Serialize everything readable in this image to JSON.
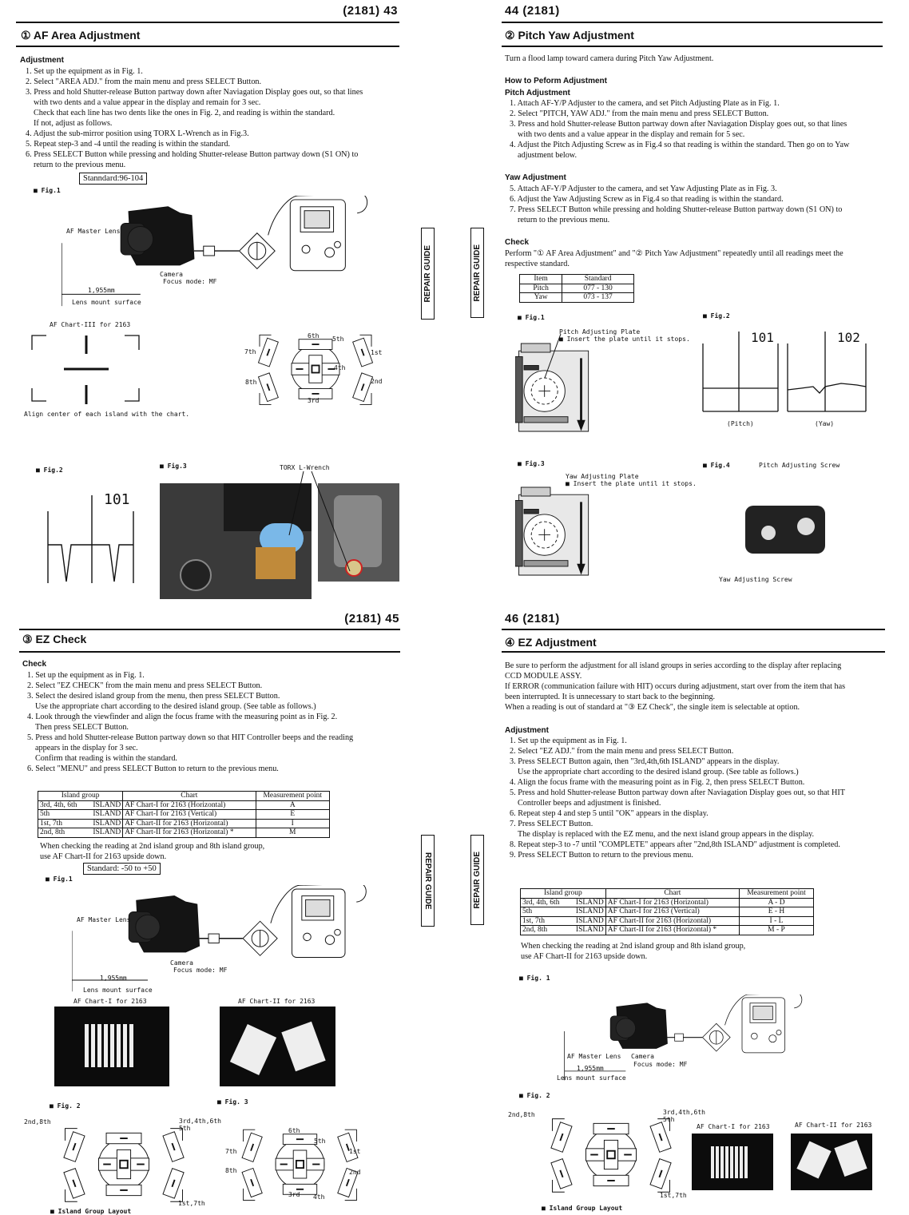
{
  "side_tab": "REPAIR GUIDE",
  "p1": {
    "header": "(2181) 43",
    "title": "① AF Area Adjustment",
    "section": "Adjustment",
    "steps": [
      "1. Set up the equipment as in Fig. 1.",
      "2. Select \"AREA ADJ.\" from the main menu and press SELECT Button.",
      "3. Press and hold Shutter-release Button partway down after Naviagation Display goes out, so that lines",
      "with two dents and a value appear in the display and remain for 3 sec.",
      "Check that each line has two dents like the ones in Fig. 2, and reading is within the standard.",
      "If not, adjust as follows.",
      "4. Adjust the sub-mirror position using TORX L-Wrench as in Fig.3.",
      "5. Repeat step-3 and -4 until the reading is within the standard.",
      "6. Press SELECT Button while pressing and holding Shutter-release Button partway down (S1 ON) to",
      "return to the previous menu."
    ],
    "standard": "Stanndard:96-104",
    "fig1": "■ Fig.1",
    "af_master_lens": "AF Master Lens",
    "camera": "Camera",
    "focus_mode": "Focus mode: MF",
    "distance": "1,955mm",
    "lens_mount": "Lens mount surface",
    "chart3_title": "AF Chart-III for 2163",
    "align_note": "Align center of each island with the chart.",
    "islands": {
      "i6": "6th",
      "i5": "5th",
      "i7": "7th",
      "i1": "1st",
      "i4": "4th",
      "i8": "8th",
      "i2": "2nd",
      "i3": "3rd"
    },
    "fig2": "■ Fig.2",
    "fig2_value": "101",
    "fig3": "■ Fig.3",
    "torx": "TORX L-Wrench"
  },
  "p2": {
    "header": "44 (2181)",
    "title": "② Pitch Yaw Adjustment",
    "intro": "Turn a flood lamp toward camera during Pitch Yaw Adjustment.",
    "how_to": "How to Peform Adjustment",
    "pitch_heading": "Pitch Adjustment",
    "pitch_steps": [
      "1. Attach AF-Y/P Adjuster to the camera, and set Pitch Adjusting Plate as in Fig. 1.",
      "2. Select \"PITCH, YAW ADJ.\" from the main menu and press SELECT Button.",
      "3. Press and hold Shutter-release Button partway down after Naviagation Display goes out, so that lines",
      "with two dents and a value appear in the display and remain for 5 sec.",
      "4. Adjust the Pitch Adjusting Screw as in Fig.4 so that reading is within the standard. Then go on to Yaw",
      "adjustment below."
    ],
    "yaw_heading": "Yaw Adjustment",
    "yaw_steps": [
      "5. Attach AF-Y/P Adjuster to the camera, and set Yaw Adjusting Plate as in Fig. 3.",
      "6. Adjust the Yaw Adjusting Screw as in Fig.4 so that reading is within the standard.",
      "7. Press SELECT Button while pressing and holding Shutter-release Button partway down (S1 ON) to",
      "return to the previous menu."
    ],
    "check_heading": "Check",
    "check_text": [
      "Perform \"① AF Area Adjustment\" and \"② Pitch Yaw Adjustment\" repeatedly until all readings meet the",
      "respective standard."
    ],
    "table": {
      "headers": [
        "Item",
        "Standard"
      ],
      "rows": [
        [
          "Pitch",
          "077 - 130"
        ],
        [
          "Yaw",
          "073 - 137"
        ]
      ]
    },
    "fig1": "■ Fig.1",
    "pitch_plate": "Pitch Adjusting Plate",
    "insert_note": "■ Insert the plate until it stops.",
    "fig2": "■ Fig.2",
    "fig2_pitch_value": "101",
    "fig2_yaw_value": "102",
    "fig2_pitch_label": "(Pitch)",
    "fig2_yaw_label": "(Yaw)",
    "fig3": "■ Fig.3",
    "yaw_plate": "Yaw Adjusting Plate",
    "fig4": "■ Fig.4",
    "pitch_screw": "Pitch Adjusting Screw",
    "yaw_screw": "Yaw Adjusting Screw"
  },
  "p3": {
    "header": "(2181) 45",
    "title": "③ EZ Check",
    "section": "Check",
    "steps": [
      "1. Set up the equipment as in Fig. 1.",
      "2. Select \"EZ CHECK\" from the main menu and press SELECT Button.",
      "3. Select the desired island group from the menu, then press SELECT Button.",
      "Use the appropriate chart according to the desired island group. (See table as follows.)",
      "4. Look through the viewfinder and align the focus frame with the measuring point as in Fig. 2.",
      "Then press SELECT Button.",
      "5. Press and hold Shutter-release Button partway down so that HIT Controller beeps and the reading",
      "appears in the display for 3 sec.",
      "Confirm that reading is within the standard.",
      "6. Select \"MENU\" and press SELECT Button to return to the previous menu."
    ],
    "table": {
      "headers": [
        "Island group",
        "Chart",
        "Measurement point"
      ],
      "rows": [
        [
          "3rd, 4th, 6th",
          "ISLAND",
          "AF Chart-I for 2163 (Horizontal)",
          "A"
        ],
        [
          "5th",
          "ISLAND",
          "AF Chart-I for 2163 (Vertical)",
          "E"
        ],
        [
          "1st, 7th",
          "ISLAND",
          "AF Chart-II for 2163 (Horizontal)",
          "I"
        ],
        [
          "2nd, 8th",
          "ISLAND",
          "AF Chart-II for 2163 (Horizontal) *",
          "M"
        ]
      ]
    },
    "note": [
      "When checking the reading at 2nd island group and 8th island group,",
      "use AF Chart-II for 2163 upside down."
    ],
    "standard": "Standard: -50 to +50",
    "fig1": "■ Fig.1",
    "af_master_lens": "AF Master Lens",
    "camera": "Camera",
    "focus_mode": "Focus mode: MF",
    "distance": "1,955mm",
    "lens_mount": "Lens mount surface",
    "chart1": "AF Chart-I for 2163",
    "chart2": "AF Chart-II for 2163",
    "fig2": "■ Fig.  2",
    "fig3": "■ Fig.  3",
    "groups": {
      "g28": "2nd,8th",
      "g346": "3rd,4th,6th",
      "g5": "5th",
      "g17": "1st,7th"
    },
    "islands": {
      "i6": "6th",
      "i5": "5th",
      "i7": "7th",
      "i1": "1st",
      "i8": "8th",
      "i2": "2nd",
      "i3": "3rd",
      "i4": "4th"
    },
    "layout_label": "■ Island Group Layout"
  },
  "p4": {
    "header": "46 (2181)",
    "title": "④ EZ Adjustment",
    "intro": [
      "Be sure to perform the adjustment for all island groups in series according to the display after replacing",
      "CCD MODULE ASSY.",
      "If ERROR (communication failure with HIT) occurs during adjustment, start over from the item that has",
      "been interrupted. It is unnecessary to start back to the beginning.",
      "When a reading is out of standard at \"③ EZ Check\", the single item is selectable at option."
    ],
    "section": "Adjustment",
    "steps": [
      "1. Set up the equipment as in Fig. 1.",
      "2. Select \"EZ ADJ.\" from the main menu and press SELECT Button.",
      "3. Press SELECT Button again, then \"3rd,4th,6th ISLAND\" appears in the display.",
      "Use the appropriate chart according to the desired island group. (See table as follows.)",
      "4. Align the focus frame with the measuring point as in Fig. 2, then press SELECT Button.",
      "5. Press and hold Shutter-release Button partway down after Naviagation Display goes out, so that HIT",
      "Controller beeps and adjustment is finished.",
      "6. Repeat step 4 and step 5 until \"OK\" appears in the display.",
      "7. Press SELECT Button.",
      "The display is replaced with the EZ menu, and the next island group appears in the display.",
      "8. Repeat step-3 to -7 until \"COMPLETE\" appears after \"2nd,8th ISLAND\" adjustment is completed.",
      "9. Press SELECT Button to return to the previous menu."
    ],
    "table": {
      "headers": [
        "Island group",
        "Chart",
        "Measurement point"
      ],
      "rows": [
        [
          "3rd, 4th, 6th",
          "ISLAND",
          "AF Chart-I for 2163 (Horizontal)",
          "A - D"
        ],
        [
          "5th",
          "ISLAND",
          "AF Chart-I for 2163 (Vertical)",
          "E - H"
        ],
        [
          "1st, 7th",
          "ISLAND",
          "AF Chart-II for 2163 (Horizontal)",
          "I - L"
        ],
        [
          "2nd, 8th",
          "ISLAND",
          "AF Chart-II for 2163 (Horizontal) *",
          "M - P"
        ]
      ]
    },
    "note": [
      "When checking the reading at 2nd island group and 8th island group,",
      "use AF Chart-II for 2163 upside down."
    ],
    "fig1": "■ Fig.  1",
    "af_master_lens": "AF Master Lens",
    "camera": "Camera",
    "focus_mode": "Focus mode: MF",
    "distance": "1,955mm",
    "lens_mount": "Lens mount surface",
    "fig2": "■ Fig.  2",
    "groups": {
      "g28": "2nd,8th",
      "g346": "3rd,4th,6th",
      "g5": "5th",
      "g17": "1st,7th"
    },
    "chart1": "AF Chart-I for 2163",
    "chart2": "AF Chart-II for 2163",
    "layout_label": "■ Island Group Layout"
  }
}
